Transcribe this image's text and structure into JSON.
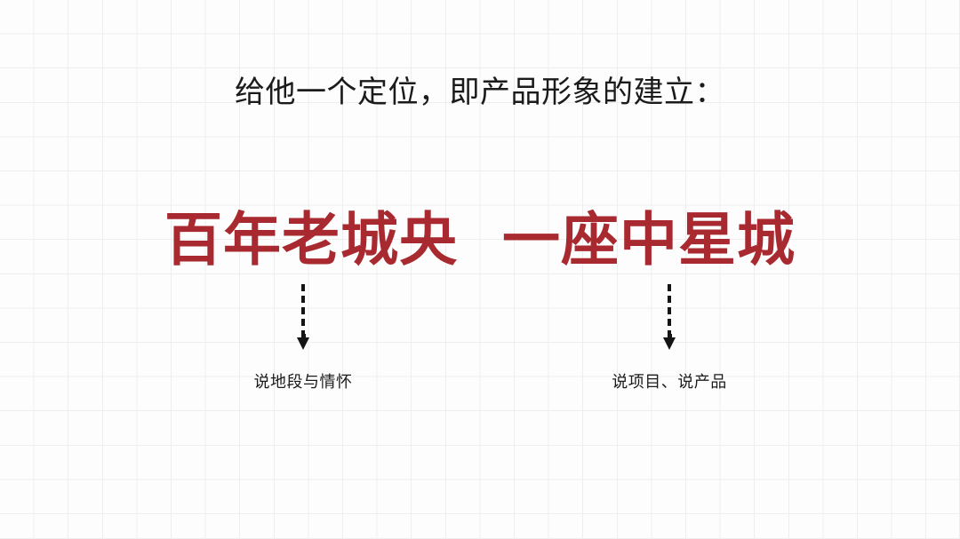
{
  "slide": {
    "background_color": "#fdfdfd",
    "grid_line_color": "#eeeeee",
    "accent_color": "#a8292f",
    "text_color": "#1b1b1b",
    "title": "给他一个定位，即产品形象的建立：",
    "headline": {
      "part_left": "百年老城央",
      "part_right": "一座中星城"
    },
    "annotations": [
      {
        "arrow": "dashed-down-arrow",
        "caption": "说地段与情怀"
      },
      {
        "arrow": "dashed-down-arrow",
        "caption": "说项目、说产品"
      }
    ]
  }
}
